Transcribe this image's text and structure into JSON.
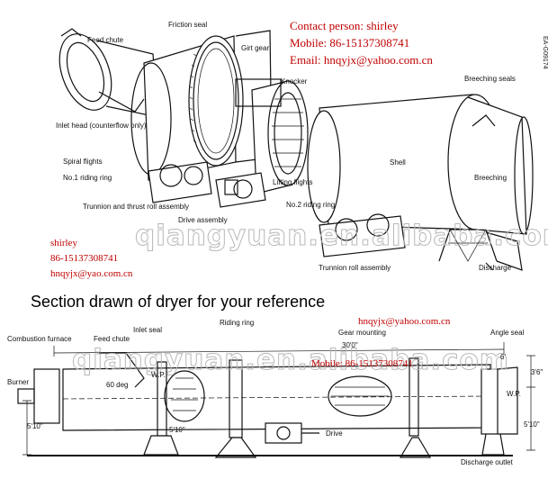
{
  "contact": {
    "person": "Contact person: shirley",
    "mobile": "Mobile: 86-15137308741",
    "email": "Email: hnqyjx@yahoo.com.cn"
  },
  "overlay_contact": {
    "name": "shirley",
    "phone": "86-15137308741",
    "email": "hnqyjx@yao.com.cn"
  },
  "watermark": {
    "top": "qiangyuan.en.alibaba.com",
    "bottom": "qiangyuan.en.alibaba.com",
    "figure_code": "EA-G09174"
  },
  "caption": "Section drawn of dryer for your reference",
  "bottom_email": "hnqyjx@yahoo.com.cn",
  "bottom_phone": "Mobile: 86-15137308741",
  "upper_labels": {
    "friction_seal": "Friction seal",
    "feed_chute": "Feed chute",
    "girt_gear": "Girt gear",
    "knocker": "Knocker",
    "breeching_seals": "Breeching seals",
    "inlet_head": "Inlet head (counterflow only)",
    "spiral_flights": "Spiral flights",
    "riding_ring_1": "No.1 riding ring",
    "trunnion_thrust": "Trunnion and thrust roll assembly",
    "drive_assembly": "Drive assembly",
    "lifting_flights": "Lifting flights",
    "shell": "Shell",
    "breeching": "Breeching",
    "riding_ring_2": "No.2 riding ring",
    "trunnion_roll": "Trunnion roll assembly",
    "discharge": "Discharge"
  },
  "lower_labels": {
    "combustion_furnace": "Combustion furnace",
    "feed_chute": "Feed chute",
    "inlet_seal": "Inlet seal",
    "riding_ring": "Riding ring",
    "gear_mounting": "Gear mounting",
    "angle_seal": "Angle seal",
    "burner": "Burner",
    "deg": "60 deg",
    "wp_left": "W.P.",
    "wp_right": "W.P.",
    "dim_30": "30'0\"",
    "dim_6": "6'",
    "dim_36": "3'6\"",
    "dim_510_left": "5'10\"",
    "dim_510_mid": "5'10\"",
    "dim_510_right": "5'10\"",
    "drive": "Drive",
    "discharge_outlet": "Discharge outlet"
  }
}
